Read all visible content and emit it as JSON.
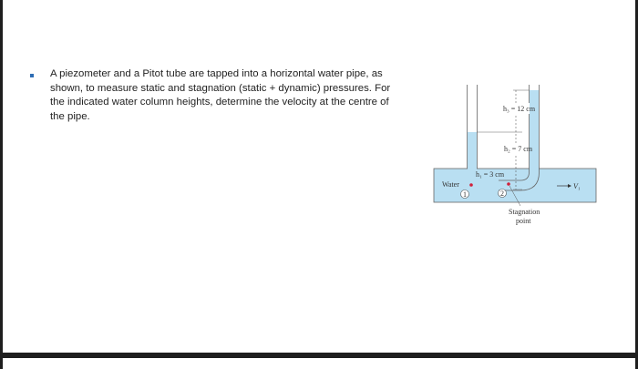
{
  "slide": {
    "bullet_text": "A piezometer and a Pitot tube are tapped into a horizontal water pipe, as shown, to measure static and stagnation (static + dynamic) pressures. For the indicated water column heights, determine the velocity at the centre of the pipe."
  },
  "diagram": {
    "h3_label": "h₃ = 12 cm",
    "h2_label": "h₂ = 7 cm",
    "h1_label": "h₁ = 3 cm",
    "water_label": "Water",
    "point1_label": "1",
    "point2_label": "2",
    "velocity_label": "V₁",
    "stagnation_label_line1": "Stagnation",
    "stagnation_label_line2": "point",
    "colors": {
      "water": "#b9dff2",
      "water_dark": "#8ecbe8",
      "outline": "#666666",
      "point": "#d0203a"
    }
  }
}
